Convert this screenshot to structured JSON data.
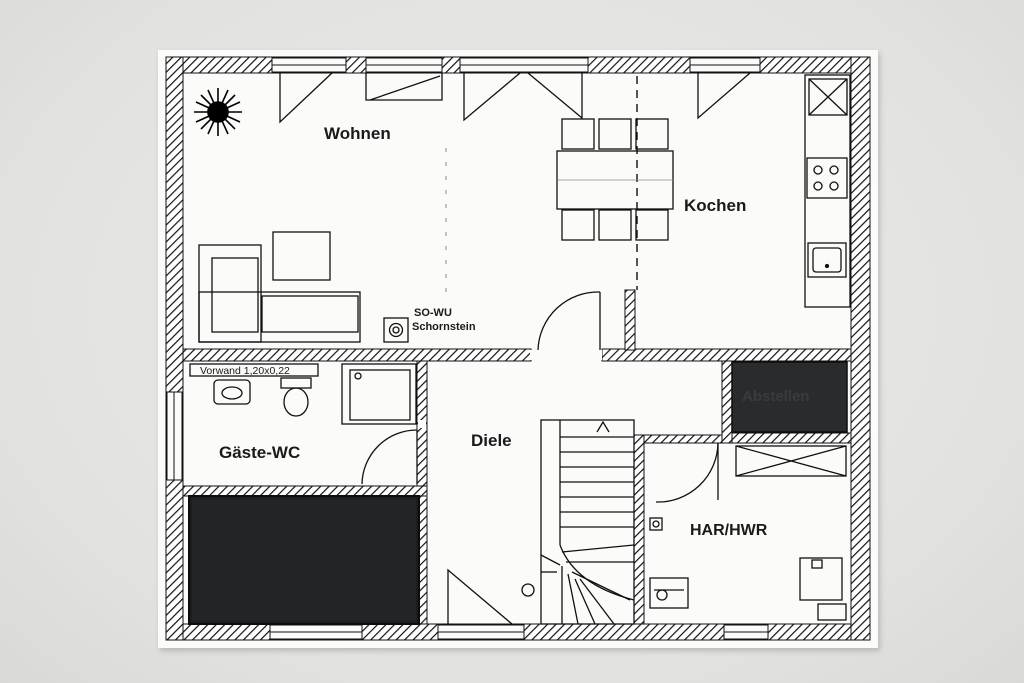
{
  "floorplan": {
    "rooms": {
      "wohnen": "Wohnen",
      "kochen": "Kochen",
      "gaeste_wc": "Gäste-WC",
      "diele": "Diele",
      "har_hwr": "HAR/HWR",
      "abstellen": "Abstellen"
    },
    "annotations": {
      "chimney_code": "SO-WU",
      "chimney": "Schornstein",
      "vorwand": "Vorwand 1,20x0,22"
    }
  }
}
